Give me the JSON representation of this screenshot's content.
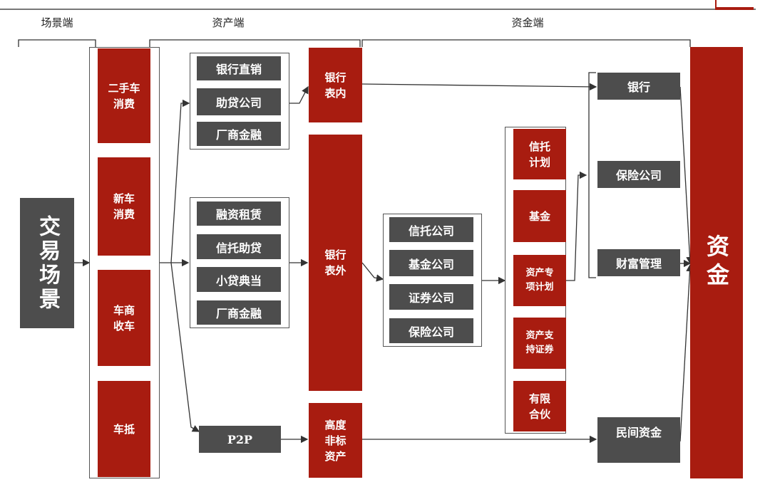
{
  "colors": {
    "accent_red": "#a81c10",
    "box_gray": "#4d4d4d"
  },
  "headers": {
    "scene": "场景端",
    "asset": "资产端",
    "funding": "资金端"
  },
  "trade_scene": "交易场景",
  "scenes": [
    "二手车\n消费",
    "新车\n消费",
    "车商\n收车",
    "车抵"
  ],
  "asset_groups": {
    "direct": [
      "银行直销",
      "助贷公司",
      "厂商金融"
    ],
    "leasing": [
      "融资租赁",
      "信托助贷",
      "小贷典当",
      "厂商金融"
    ],
    "p2p": "P2P"
  },
  "bank_channels": {
    "on": "银行\n表内",
    "off": "银行\n表外",
    "nonstd": "高度\n非标\n资产"
  },
  "institutions": [
    "信托公司",
    "基金公司",
    "证券公司",
    "保险公司"
  ],
  "products": [
    "信托\n计划",
    "基金",
    "资产专\n项计划",
    "资产支\n持证券",
    "有限\n合伙"
  ],
  "funders": [
    "银行",
    "保险公司",
    "财富管理",
    "民间资金"
  ],
  "capital": "资金"
}
